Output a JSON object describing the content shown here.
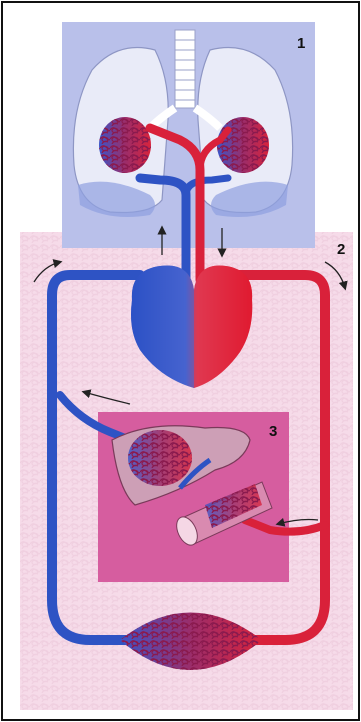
{
  "labels": {
    "lungs": "1",
    "systemic": "2",
    "liver_gut": "3"
  },
  "colors": {
    "page_background": "#ffffff",
    "frame": "#111111",
    "lung_panel": "#b9c0ea",
    "systemic_panel": "#f6dbe9",
    "liver_panel": "#d65d9f",
    "oxygenated_blood": "#d9213a",
    "deoxygenated_blood": "#2e53c4",
    "capillary_net": "#9b1d57",
    "liver_tissue": "#cd9fb6",
    "lung_tissue": "#e9ebf8"
  },
  "icons": [
    "flow-arrow-icon"
  ]
}
